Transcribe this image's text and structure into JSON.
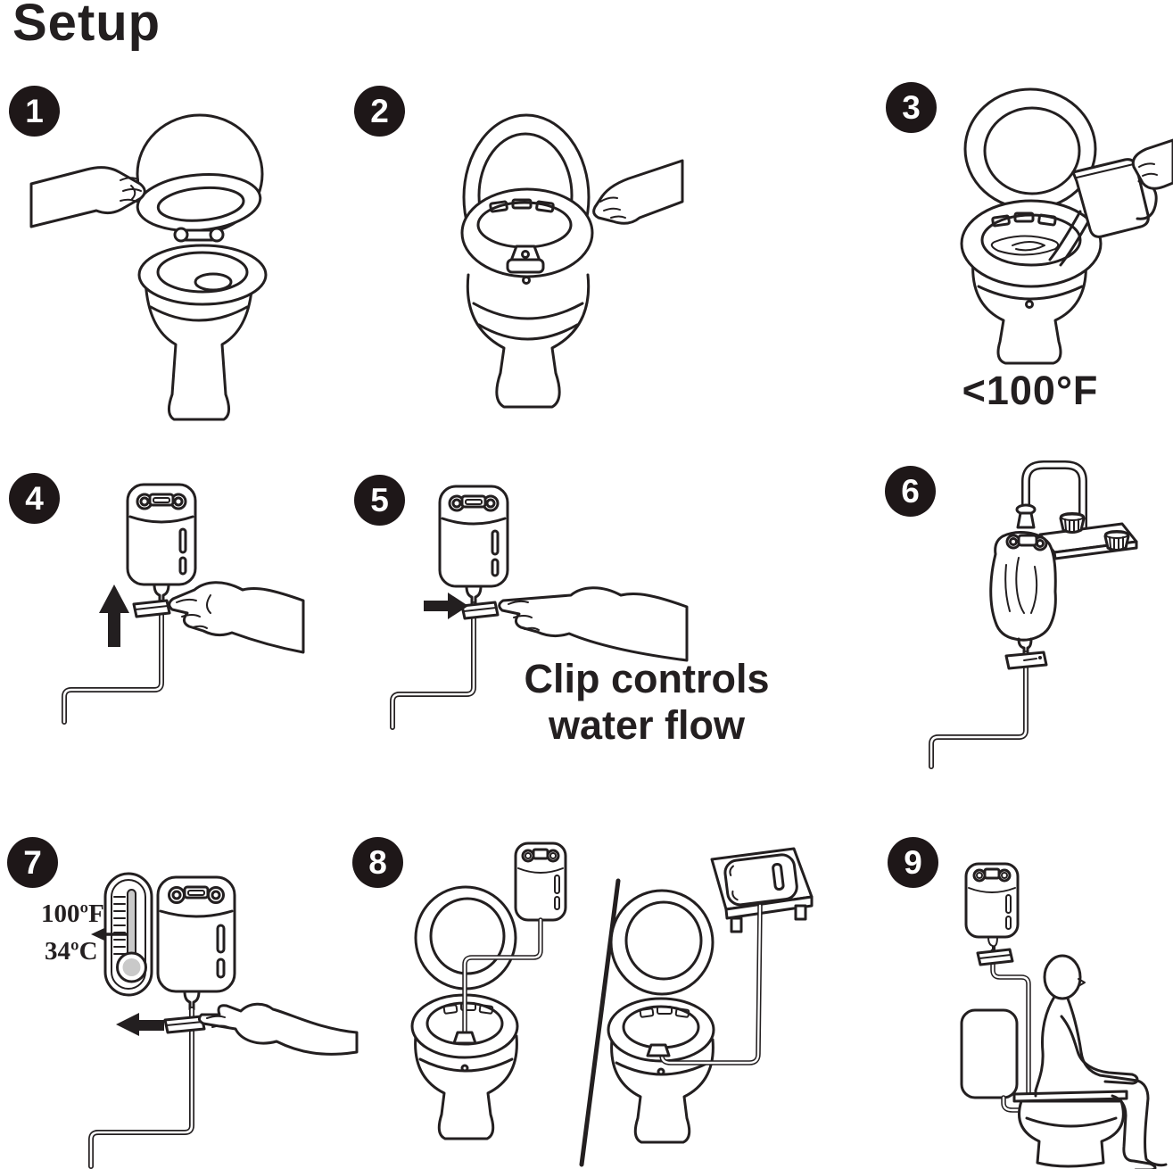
{
  "page": {
    "title": "Setup",
    "background_color": "#ffffff",
    "ink_color": "#231f20"
  },
  "badges": {
    "background_color": "#1e1718",
    "text_color": "#ffffff"
  },
  "steps": [
    {
      "number": "1",
      "illustration": "hand-lifting-toilet-seat"
    },
    {
      "number": "2",
      "illustration": "hand-placing-bidet-basin-on-toilet"
    },
    {
      "number": "3",
      "illustration": "pouring-pitcher-of-water-into-basin",
      "caption": "<100°F"
    },
    {
      "number": "4",
      "illustration": "water-bag-slide-clip-up",
      "arrow": "up"
    },
    {
      "number": "5",
      "illustration": "water-bag-slide-clip-sideways",
      "arrow": "right",
      "caption": "Clip controls water flow"
    },
    {
      "number": "6",
      "illustration": "water-bag-hanging-from-faucet"
    },
    {
      "number": "7",
      "illustration": "thermometer-check-water-temperature",
      "arrow": "left",
      "temperature_labels": {
        "fahrenheit": "100ºF",
        "celsius": "34ºC"
      }
    },
    {
      "number": "8",
      "illustration": "bag-hung-above-toilet-or-resting-on-table"
    },
    {
      "number": "9",
      "illustration": "person-seated-on-toilet-with-bag"
    }
  ]
}
